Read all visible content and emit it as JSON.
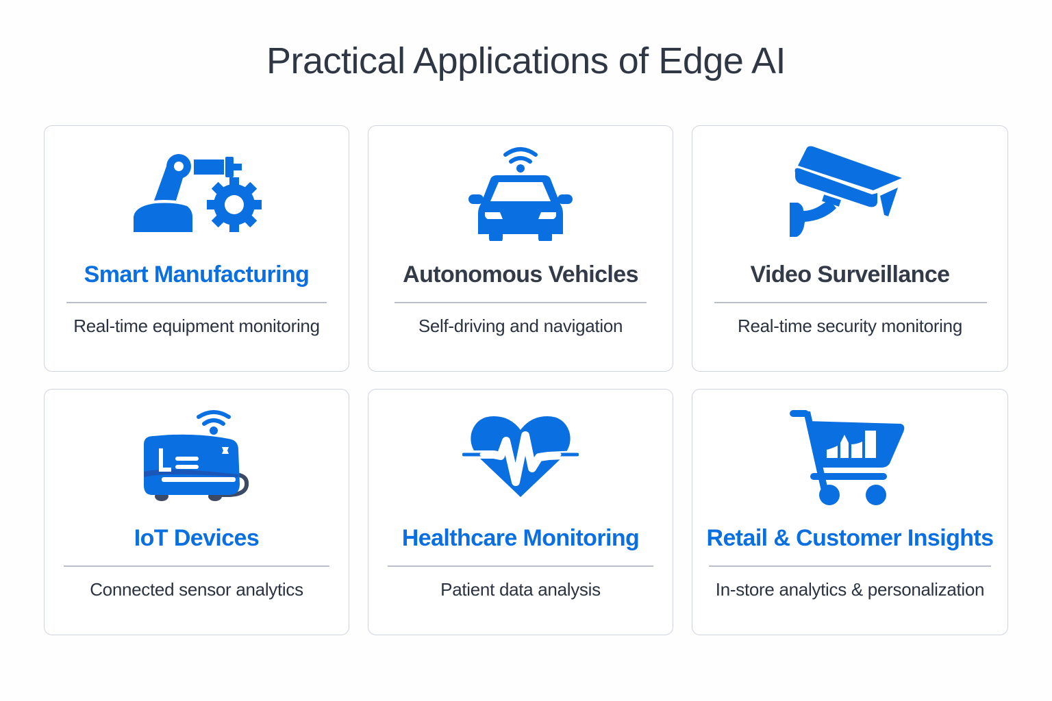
{
  "page": {
    "title": "Practical Applications of Edge AI",
    "accent_color": "#0a6fe0",
    "title_color": "#2f3744"
  },
  "cards": [
    {
      "title": "Smart Manufacturing",
      "title_style": "blue",
      "description": "Real-time equipment monitoring",
      "icon": "robotic-arm-gear-icon"
    },
    {
      "title": "Autonomous Vehicles",
      "title_style": "dark",
      "description": "Self-driving and navigation",
      "icon": "connected-car-icon"
    },
    {
      "title": "Video Surveillance",
      "title_style": "dark",
      "description": "Real-time security monitoring",
      "icon": "security-camera-icon"
    },
    {
      "title": "IoT Devices",
      "title_style": "blue",
      "description": "Connected sensor analytics",
      "icon": "iot-device-wifi-icon"
    },
    {
      "title": "Healthcare Monitoring",
      "title_style": "blue",
      "description": "Patient data analysis",
      "icon": "heart-pulse-icon"
    },
    {
      "title": "Retail & Customer Insights",
      "title_style": "blue",
      "description": "In-store analytics & personalization",
      "icon": "shopping-cart-chart-icon"
    }
  ]
}
